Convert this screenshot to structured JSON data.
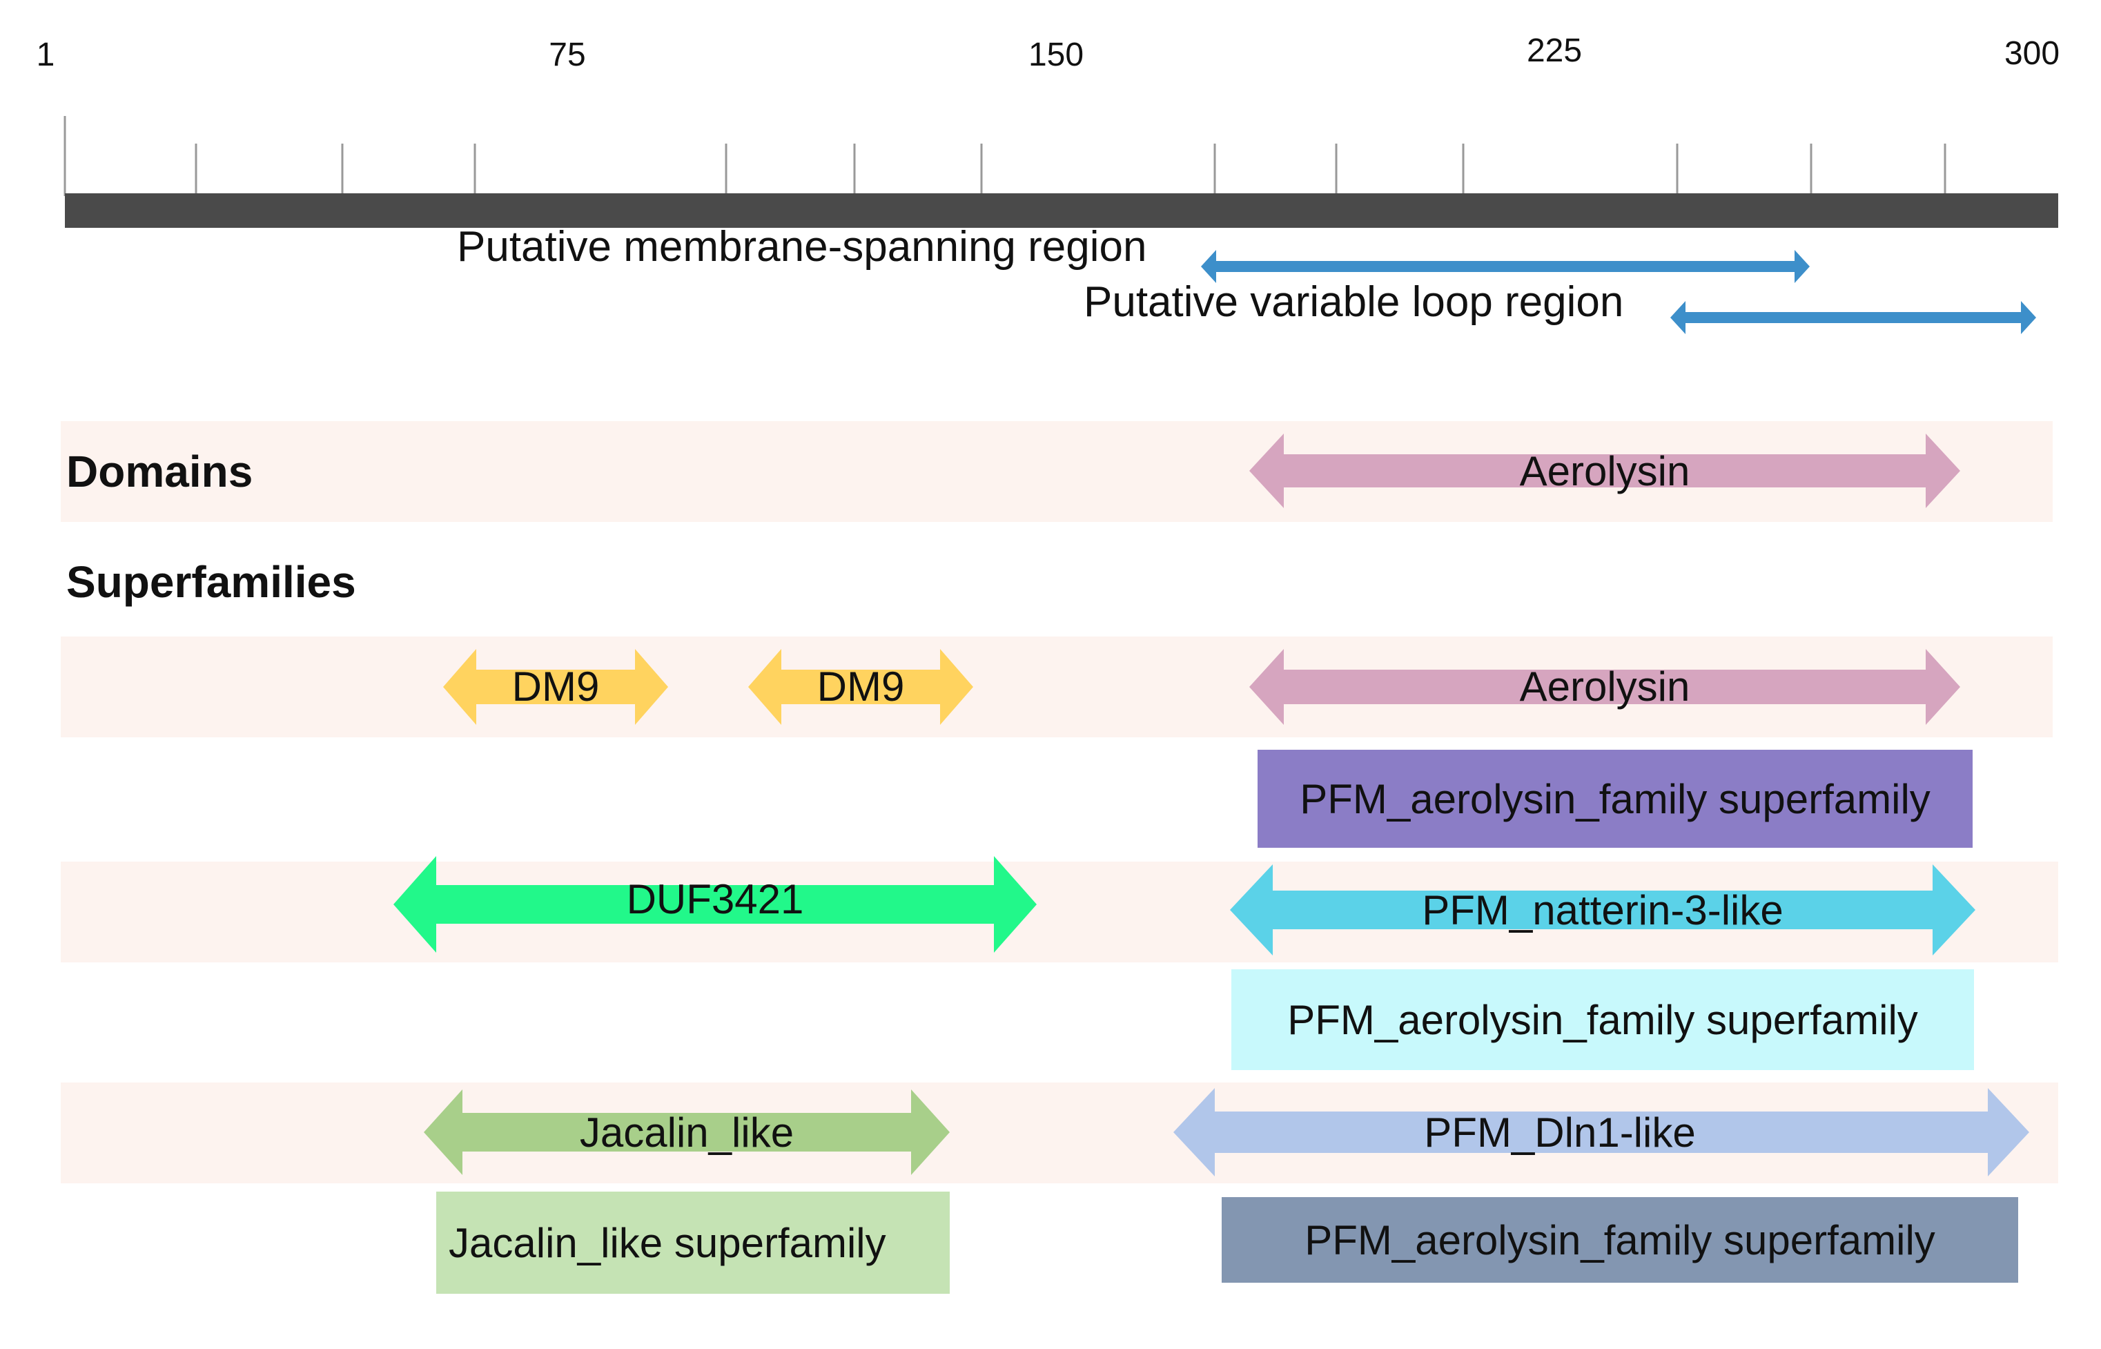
{
  "ruler": {
    "tick_labels": [
      "1",
      "75",
      "150",
      "225",
      "300"
    ]
  },
  "regions": {
    "membrane_label": "Putative membrane-spanning region",
    "loop_label": "Putative variable loop region",
    "arrow_color": "#3d8fca"
  },
  "sections": {
    "domains": "Domains",
    "superfamilies": "Superfamilies"
  },
  "features": {
    "domain_aerolysin": {
      "label": "Aerolysin",
      "color": "#d6a5bf"
    },
    "dm9_a": {
      "label": "DM9",
      "color": "#ffd35f"
    },
    "dm9_b": {
      "label": "DM9",
      "color": "#ffd35f"
    },
    "sf_aerolysin": {
      "label": "Aerolysin",
      "color": "#d6a5bf"
    },
    "pfm_aero_1": {
      "label": "PFM_aerolysin_family superfamily",
      "color": "#8b7dc6"
    },
    "duf3421": {
      "label": "DUF3421",
      "color": "#22f88a"
    },
    "pfm_natterin": {
      "label": "PFM_natterin-3-like",
      "color": "#5bd2e8"
    },
    "pfm_aero_2": {
      "label": "PFM_aerolysin_family superfamily",
      "color": "#c8f9fc"
    },
    "jacalin_like": {
      "label": "Jacalin_like",
      "color": "#a8cf8a"
    },
    "pfm_dln1": {
      "label": "PFM_Dln1-like",
      "color": "#b1c6ea"
    },
    "jacalin_sf": {
      "label": "Jacalin_like superfamily",
      "color": "#c5e3b4"
    },
    "pfm_aero_3": {
      "label": "PFM_aerolysin_family superfamily",
      "color": "#8396b1"
    }
  }
}
